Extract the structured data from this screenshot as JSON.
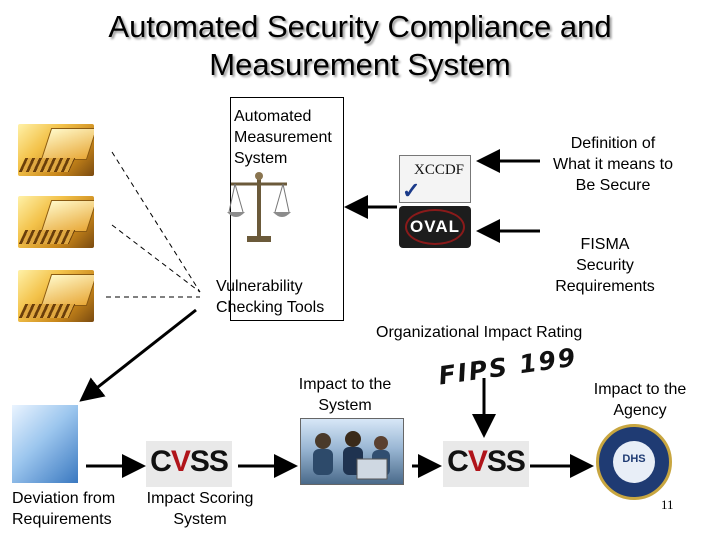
{
  "title_line1": "Automated Security Compliance and",
  "title_line2": "Measurement System",
  "ams": {
    "line1": "Automated",
    "line2": "Measurement",
    "line3": "System"
  },
  "definition": {
    "line1": "Definition of",
    "line2": "What it means to",
    "line3": "Be Secure"
  },
  "fisma": {
    "line1": "FISMA",
    "line2": "Security",
    "line3": "Requirements"
  },
  "vuln": {
    "line1": "Vulnerability",
    "line2": "Checking Tools"
  },
  "org_impact": "Organizational Impact Rating",
  "impact_system": {
    "line1": "Impact to the",
    "line2": "System"
  },
  "impact_agency": {
    "line1": "Impact to the",
    "line2": "Agency"
  },
  "fips_logo": "FIPS 199",
  "cvss_logo": {
    "c": "C",
    "v": "V",
    "ss": "SS"
  },
  "deviation": {
    "line1": "Deviation from",
    "line2": "Requirements"
  },
  "impact_scoring": {
    "line1": "Impact Scoring",
    "line2": "System"
  },
  "xccdf_logo": "XCCDF",
  "oval_logo": "OVAL",
  "seal_text": "DHS",
  "page_number": "11"
}
